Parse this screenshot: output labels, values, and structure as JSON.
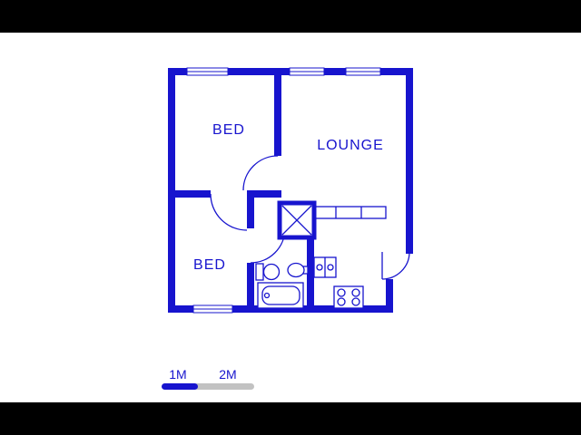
{
  "colors": {
    "wall-blue": "#1714CE",
    "fixture-blue": "#1714CE",
    "label-blue": "#1714CE",
    "scale-gray": "#C2C2C2",
    "letterbox-black": "#000000"
  },
  "floorplan": {
    "rooms": [
      {
        "label": "BED"
      },
      {
        "label": "LOUNGE"
      },
      {
        "label": "BED"
      }
    ],
    "fixtures": [
      "shower",
      "toilet",
      "basin",
      "bathtub",
      "kitchen-sink",
      "stove",
      "counter"
    ],
    "scale_bar": {
      "labels": [
        "1M",
        "2M"
      ]
    }
  }
}
